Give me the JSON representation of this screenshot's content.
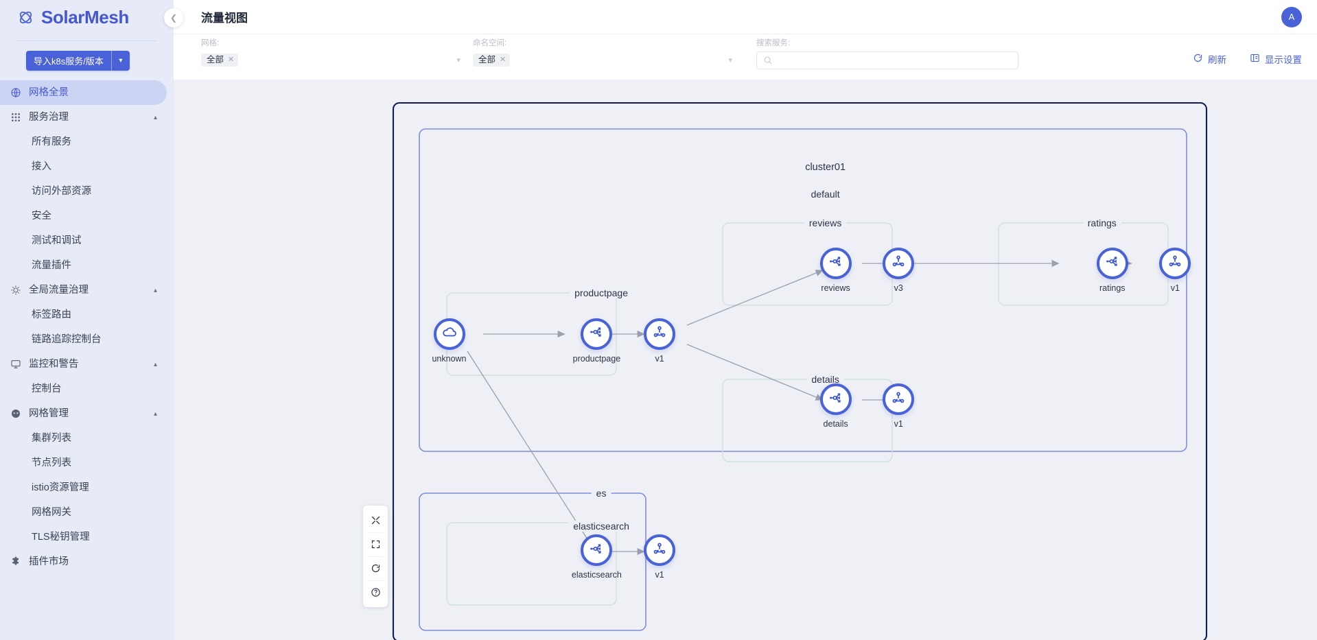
{
  "brand": {
    "name": "SolarMesh",
    "logo_icon": "atom-logo-icon"
  },
  "import_button": {
    "label": "导入k8s服务/版本",
    "caret_icon": "chevron-down-icon"
  },
  "sidebar": {
    "items": [
      {
        "label": "网格全景",
        "icon": "globe-icon",
        "level": "top",
        "active": true,
        "expandable": false
      },
      {
        "label": "服务治理",
        "icon": "nodes-icon",
        "level": "top",
        "active": false,
        "expandable": true
      },
      {
        "label": "所有服务",
        "level": "sub"
      },
      {
        "label": "接入",
        "level": "sub"
      },
      {
        "label": "访问外部资源",
        "level": "sub"
      },
      {
        "label": "安全",
        "level": "sub"
      },
      {
        "label": "测试和调试",
        "level": "sub"
      },
      {
        "label": "流量插件",
        "level": "sub"
      },
      {
        "label": "全局流量治理",
        "icon": "flow-icon",
        "level": "top",
        "active": false,
        "expandable": true
      },
      {
        "label": "标签路由",
        "level": "sub"
      },
      {
        "label": "链路追踪控制台",
        "level": "sub"
      },
      {
        "label": "监控和警告",
        "icon": "monitor-icon",
        "level": "top",
        "active": false,
        "expandable": true
      },
      {
        "label": "控制台",
        "level": "sub"
      },
      {
        "label": "网格管理",
        "icon": "mesh-icon",
        "level": "top",
        "active": false,
        "expandable": true
      },
      {
        "label": "集群列表",
        "level": "sub"
      },
      {
        "label": "节点列表",
        "level": "sub"
      },
      {
        "label": "istio资源管理",
        "level": "sub"
      },
      {
        "label": "网格网关",
        "level": "sub"
      },
      {
        "label": "TLS秘钥管理",
        "level": "sub"
      },
      {
        "label": "插件市场",
        "icon": "puzzle-icon",
        "level": "top",
        "active": false,
        "expandable": false
      }
    ]
  },
  "header": {
    "title": "流量视图",
    "collapse_icon": "chevron-left-icon",
    "avatar_initial": "A"
  },
  "filters": {
    "mesh": {
      "label": "网格:",
      "tag": "全部",
      "tag_close_icon": "close-icon",
      "caret_icon": "chevron-down-icon"
    },
    "namespace": {
      "label": "命名空间:",
      "tag": "全部",
      "tag_close_icon": "close-icon",
      "caret_icon": "chevron-down-icon"
    },
    "search": {
      "label": "搜索服务:",
      "value": "",
      "placeholder": "",
      "icon": "search-icon"
    },
    "actions": [
      {
        "label": "刷新",
        "icon": "refresh-icon"
      },
      {
        "label": "显示设置",
        "icon": "display-settings-icon"
      }
    ]
  },
  "graph": {
    "clusters": [
      {
        "name": "cluster01",
        "kind": "cluster"
      },
      {
        "name": "default",
        "kind": "namespace"
      },
      {
        "name": "es",
        "kind": "namespace"
      }
    ],
    "service_groups": [
      {
        "name": "productpage"
      },
      {
        "name": "reviews"
      },
      {
        "name": "ratings"
      },
      {
        "name": "details"
      },
      {
        "name": "elasticsearch"
      }
    ],
    "nodes": [
      {
        "id": "unknown",
        "label": "unknown",
        "icon": "cloud-icon",
        "type": "external"
      },
      {
        "id": "productpage",
        "label": "productpage",
        "icon": "service-icon",
        "type": "service"
      },
      {
        "id": "productpage-v1",
        "label": "v1",
        "icon": "workload-icon",
        "type": "workload"
      },
      {
        "id": "reviews",
        "label": "reviews",
        "icon": "service-icon",
        "type": "service"
      },
      {
        "id": "reviews-v3",
        "label": "v3",
        "icon": "workload-icon",
        "type": "workload"
      },
      {
        "id": "ratings",
        "label": "ratings",
        "icon": "service-icon",
        "type": "service"
      },
      {
        "id": "ratings-v1",
        "label": "v1",
        "icon": "workload-icon",
        "type": "workload"
      },
      {
        "id": "details",
        "label": "details",
        "icon": "service-icon",
        "type": "service"
      },
      {
        "id": "details-v1",
        "label": "v1",
        "icon": "workload-icon",
        "type": "workload"
      },
      {
        "id": "elasticsearch",
        "label": "elasticsearch",
        "icon": "service-icon",
        "type": "service"
      },
      {
        "id": "elasticsearch-v1",
        "label": "v1",
        "icon": "workload-icon",
        "type": "workload"
      }
    ],
    "edges": [
      {
        "from": "unknown",
        "to": "productpage"
      },
      {
        "from": "productpage",
        "to": "productpage-v1"
      },
      {
        "from": "productpage-v1",
        "to": "reviews"
      },
      {
        "from": "productpage-v1",
        "to": "details"
      },
      {
        "from": "reviews",
        "to": "reviews-v3"
      },
      {
        "from": "reviews-v3",
        "to": "ratings"
      },
      {
        "from": "ratings",
        "to": "ratings-v1"
      },
      {
        "from": "details",
        "to": "details-v1"
      },
      {
        "from": "unknown",
        "to": "elasticsearch"
      },
      {
        "from": "elasticsearch",
        "to": "elasticsearch-v1"
      }
    ]
  },
  "canvas_tools": [
    {
      "icon": "collapse-arrows-icon",
      "name": "shrink"
    },
    {
      "icon": "fit-screen-icon",
      "name": "fit"
    },
    {
      "icon": "reset-icon",
      "name": "reset"
    },
    {
      "icon": "help-icon",
      "name": "help"
    }
  ],
  "colors": {
    "accent": "#4a62d8",
    "sidebar_bg": "#e7ebf8",
    "canvas_bg": "#eef0f5",
    "cluster_border": "#131c52",
    "namespace_border": "#7f8ddb",
    "service_border": "#cfe0dd"
  }
}
